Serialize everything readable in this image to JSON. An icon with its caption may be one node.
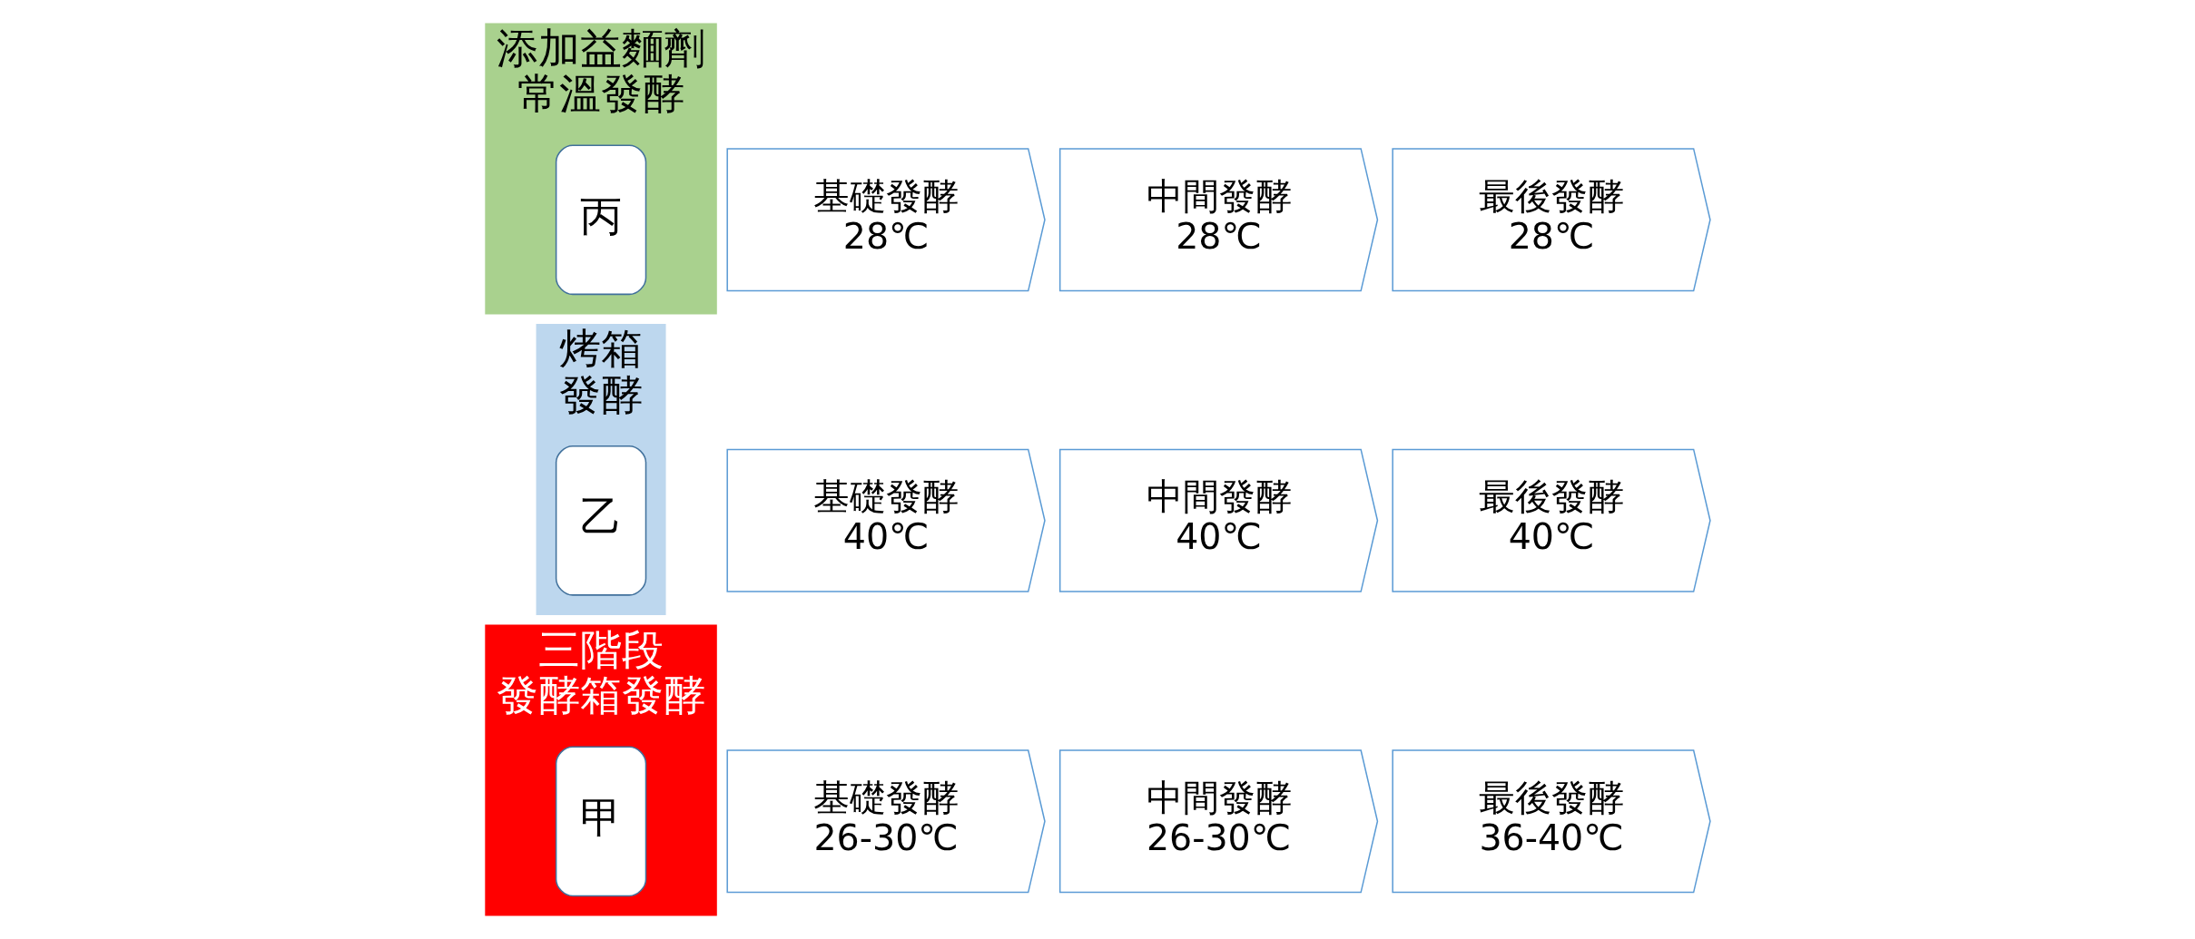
{
  "diagram": {
    "nodes": [
      {
        "text": [
          "三階段",
          "發酵箱發酵"
        ]
      },
      {
        "text": [
          "甲"
        ],
        "in": 0
      },
      {
        "text": [
          "基礎發酵",
          "26-30℃"
        ]
      },
      {
        "text": [
          "中間發酵",
          "26-30℃"
        ]
      },
      {
        "text": [
          "最後發酵",
          "36-40℃"
        ]
      },
      {
        "text": [
          "烤箱",
          "發酵"
        ]
      },
      {
        "text": [
          "乙"
        ],
        "in": 5
      },
      {
        "text": [
          "基礎發酵",
          "40℃"
        ]
      },
      {
        "text": [
          "中間發酵",
          "40℃"
        ]
      },
      {
        "text": [
          "最後發酵",
          "40℃"
        ]
      },
      {
        "text": [
          "添加益麵劑",
          "常溫發酵"
        ]
      },
      {
        "text": [
          "丙"
        ],
        "in": 10
      },
      {
        "text": [
          "基礎發酵",
          "28℃"
        ]
      },
      {
        "text": [
          "中間發酵",
          "28℃"
        ]
      },
      {
        "text": [
          "最後發酵",
          "28℃"
        ]
      }
    ],
    "edges": []
  }
}
